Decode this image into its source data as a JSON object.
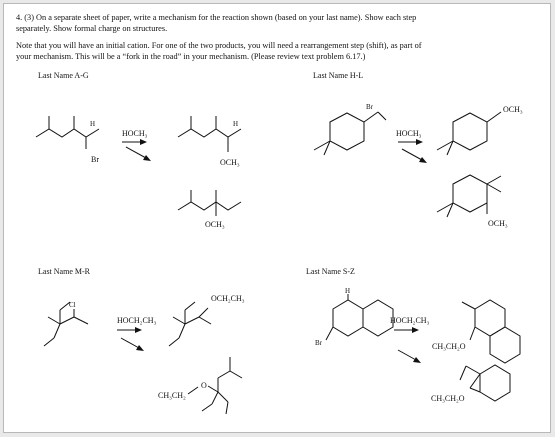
{
  "problem": {
    "line1": "4. (3) On a separate sheet of paper, write a mechanism for the reaction shown (based on your last name). Show each step",
    "line2": "separately.  Show formal charge on structures.",
    "note1": "Note that you will have an initial cation.  For one of the two products, you will need a rearrangement step (shift), as part of",
    "note2": "your mechanism.   This will be a “fork in the road” in your mechanism.  (Please review text problem 6.17.)"
  },
  "sections": {
    "ag": "Last Name A-G",
    "hl": "Last Name H-L",
    "mr": "Last Name M-R",
    "sz": "Last Name S-Z"
  },
  "reagents": {
    "ag": "HOCH₃",
    "hl": "HOCH₃",
    "mr": "HOCH₂CH₃",
    "sz": "HOCH₂CH₃"
  },
  "labels": {
    "h": "H",
    "br": "Br",
    "cl": "Cl",
    "och3": "OCH₃",
    "och2ch3": "OCH₂CH₃",
    "ch3ch2": "CH₃CH₂",
    "ch3ch2o": "CH₃CH₂O",
    "o": "O"
  }
}
